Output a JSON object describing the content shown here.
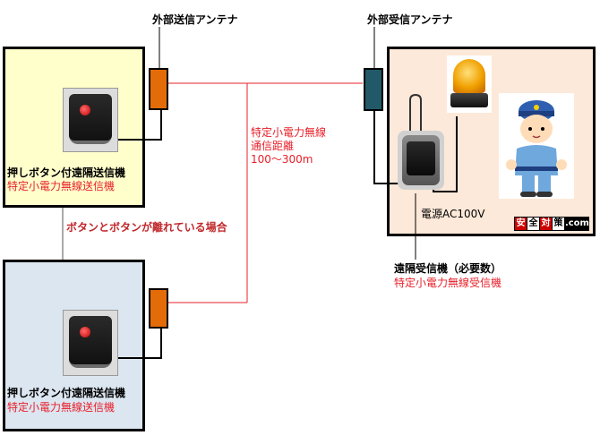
{
  "labels": {
    "tx_antenna": "外部送信アンテナ",
    "rx_antenna": "外部受信アンテナ",
    "transmitter1_title": "押しボタン付遠隔送信機",
    "transmitter1_sub": "特定小電力無線送信機",
    "transmitter2_title": "押しボタン付遠隔送信機",
    "transmitter2_sub": "特定小電力無線送信機",
    "separated_note": "ボタンとボタンが離れている場合",
    "range_line1": "特定小電力無線",
    "range_line2": "通信距離",
    "range_line3": "100～300m",
    "power": "電源AC100V",
    "receiver_title": "遠隔受信機（必要数）",
    "receiver_sub": "特定小電力無線受信機",
    "logo_chars": [
      "安",
      "全",
      "対",
      "策"
    ],
    "logo_suffix": ".com"
  },
  "colors": {
    "tx_box_fill": "#ffffcc",
    "tx2_box_fill": "#dce6f1",
    "rx_box_fill": "#fde9d9",
    "tx_antenna": "#e36c09",
    "rx_antenna": "#215968",
    "signal_line": "#e8202a",
    "logo_red": "#cc0000"
  }
}
